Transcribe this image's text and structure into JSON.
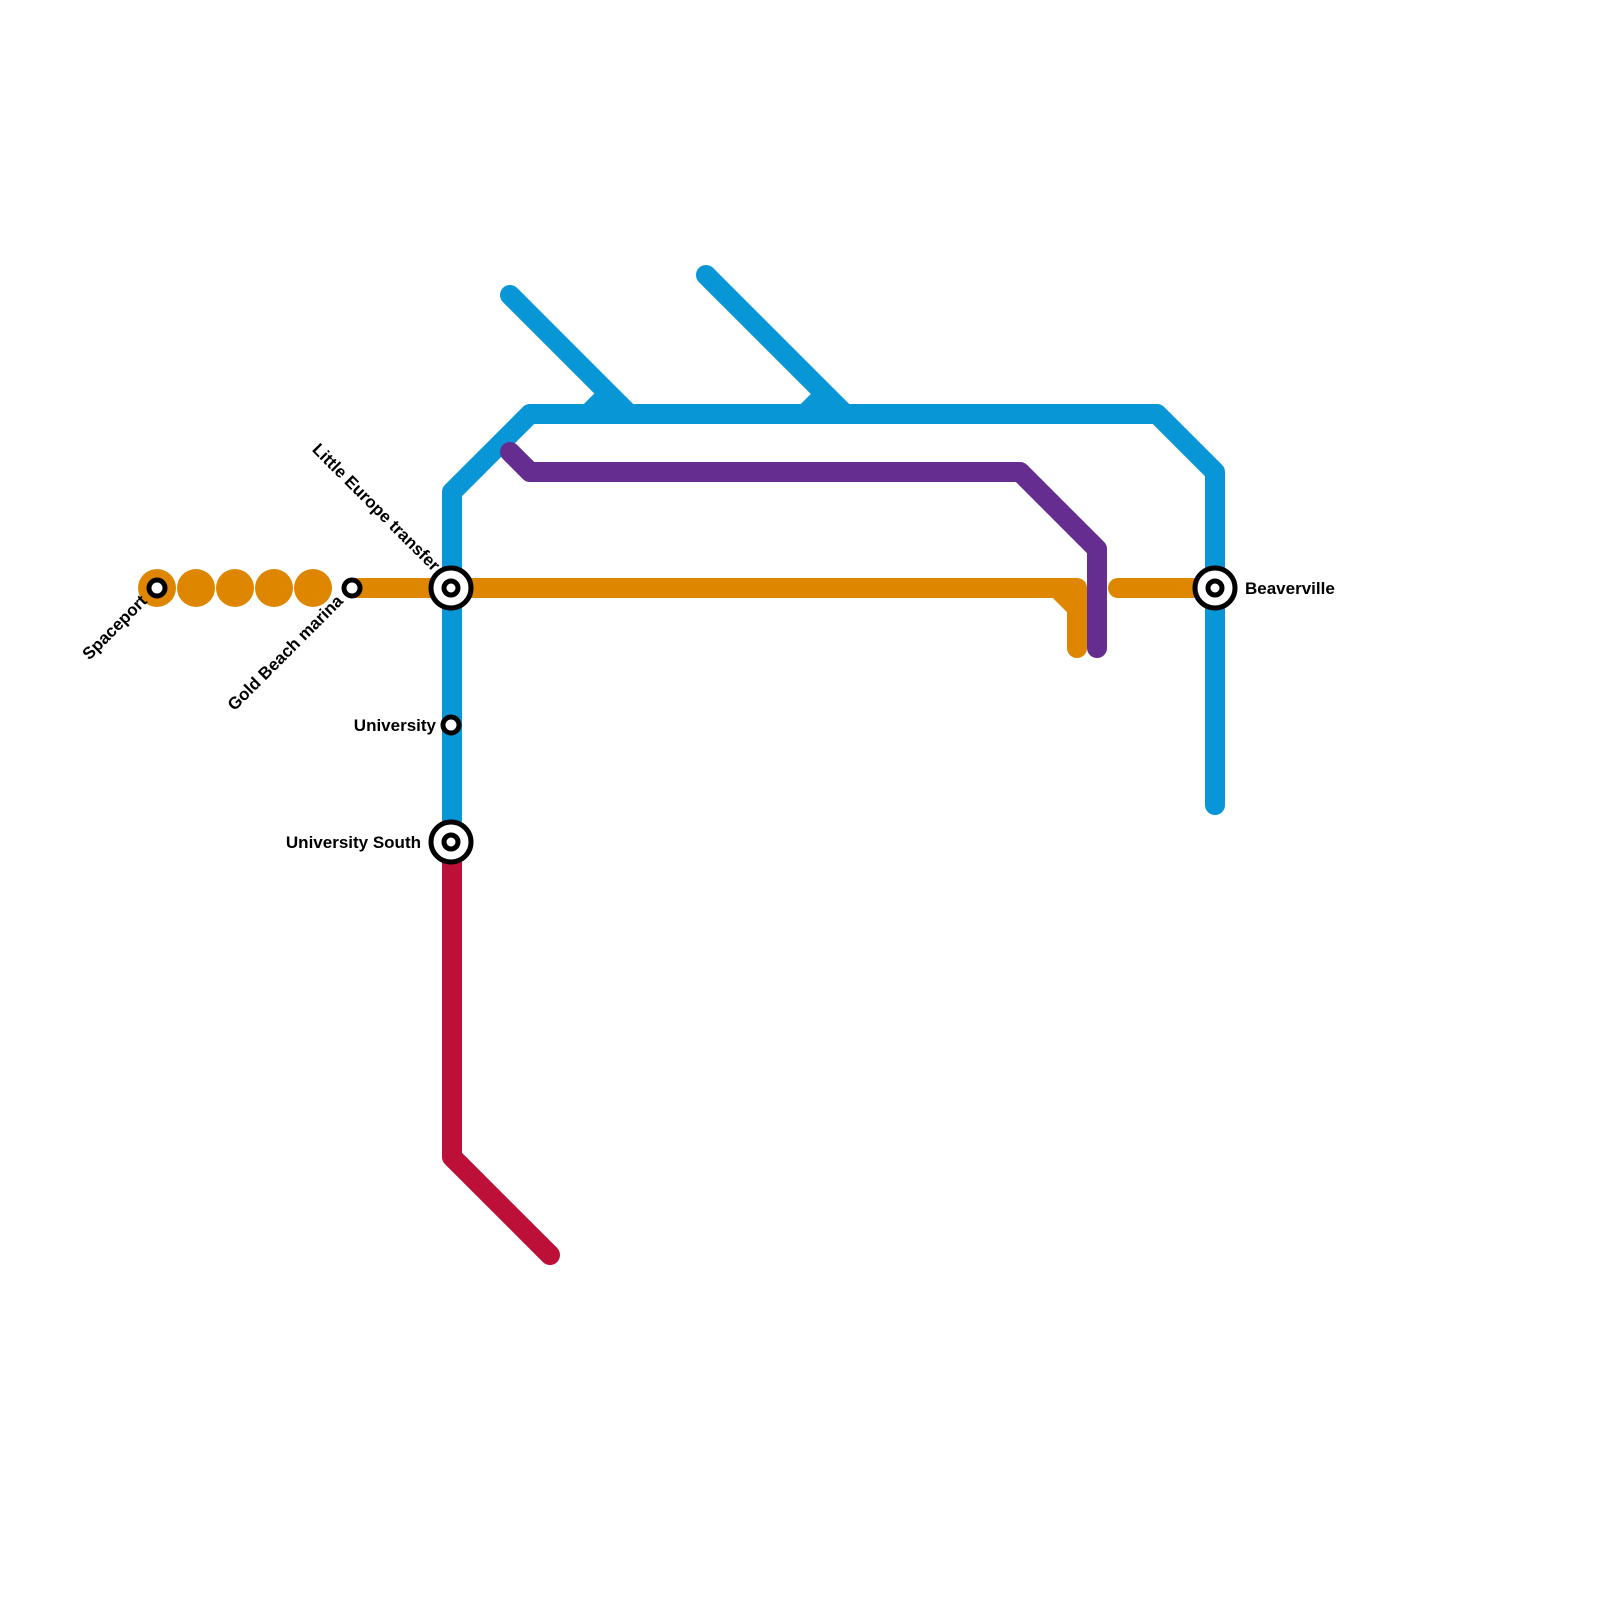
{
  "colors": {
    "blue": "#0996d7",
    "purple": "#662d91",
    "orange": "#df8600",
    "red": "#bd1038",
    "station": "#000000"
  },
  "lines": [
    {
      "name": "blue-line",
      "color": "#0996d7"
    },
    {
      "name": "purple-line",
      "color": "#662d91"
    },
    {
      "name": "orange-line",
      "color": "#df8600"
    },
    {
      "name": "red-line",
      "color": "#bd1038"
    }
  ],
  "stations": {
    "spaceport": "Spaceport",
    "gold_beach_marina": "Gold Beach marina",
    "little_europe_transfer": "Little Europe transfer",
    "university": "University",
    "university_south": "University South",
    "beaverville": "Beaverville"
  }
}
